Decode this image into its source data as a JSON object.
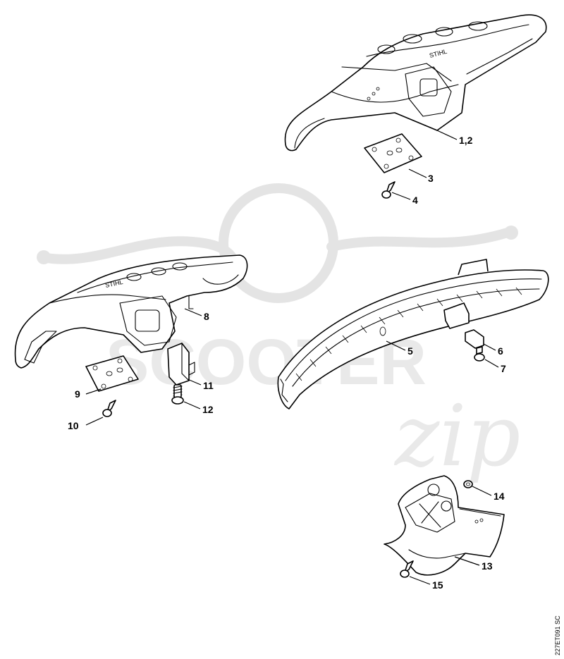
{
  "diagram": {
    "callouts": [
      {
        "id": "c-1-2",
        "label": "1,2"
      },
      {
        "id": "c-3",
        "label": "3"
      },
      {
        "id": "c-4",
        "label": "4"
      },
      {
        "id": "c-5",
        "label": "5"
      },
      {
        "id": "c-6",
        "label": "6"
      },
      {
        "id": "c-7",
        "label": "7"
      },
      {
        "id": "c-8",
        "label": "8"
      },
      {
        "id": "c-9",
        "label": "9"
      },
      {
        "id": "c-10",
        "label": "10"
      },
      {
        "id": "c-11",
        "label": "11"
      },
      {
        "id": "c-12",
        "label": "12"
      },
      {
        "id": "c-13",
        "label": "13"
      },
      {
        "id": "c-14",
        "label": "14"
      },
      {
        "id": "c-15",
        "label": "15"
      }
    ],
    "drawing_code": "227ET091 SC",
    "housing_brand": "STIHL",
    "watermark": {
      "word": "SCOOTER",
      "script": "zip"
    }
  }
}
